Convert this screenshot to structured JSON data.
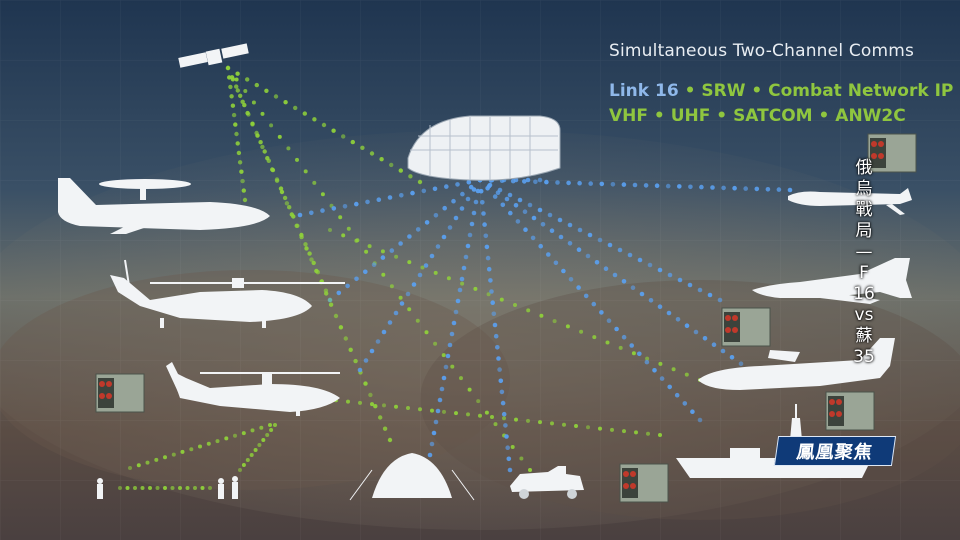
{
  "header": {
    "title": "Simultaneous Two-Channel Comms",
    "line1": [
      {
        "text": "Link 16",
        "color": "#8fb8ea"
      },
      {
        "text": " • ",
        "color": "#8fc63f"
      },
      {
        "text": "SRW",
        "color": "#8fc63f"
      },
      {
        "text": " • ",
        "color": "#8fc63f"
      },
      {
        "text": "Combat Network IP",
        "color": "#8fc63f"
      }
    ],
    "line2": [
      {
        "text": "VHF",
        "color": "#8fc63f"
      },
      {
        "text": " • ",
        "color": "#8fc63f"
      },
      {
        "text": "UHF",
        "color": "#8fc63f"
      },
      {
        "text": " • ",
        "color": "#8fc63f"
      },
      {
        "text": "SATCOM",
        "color": "#8fc63f"
      },
      {
        "text": " • ",
        "color": "#8fc63f"
      },
      {
        "text": "ANW2C",
        "color": "#8fc63f"
      }
    ]
  },
  "program_title": [
    "俄",
    "烏",
    "戰",
    "局",
    "—",
    "F",
    "16",
    "vs",
    "蘇",
    "35"
  ],
  "channel_logo": "鳳凰聚焦",
  "colors": {
    "sky_top": "#2c4058",
    "sky_mid": "#5a6a72",
    "ground": "#5a4a40",
    "silhouette": "#f2f4f6",
    "link_green": "#8fd13a",
    "link_blue": "#5aa0f0"
  },
  "icons": [
    "satellite-icon",
    "aircraft-carrier-icon",
    "awacs-aircraft-icon",
    "helicopter-icon",
    "attack-helicopter-icon",
    "drone-icon",
    "fighter-jet-icon",
    "transport-aircraft-icon",
    "warship-icon",
    "tent-icon",
    "humvee-icon",
    "soldier-icon",
    "radio-unit-icon"
  ]
}
